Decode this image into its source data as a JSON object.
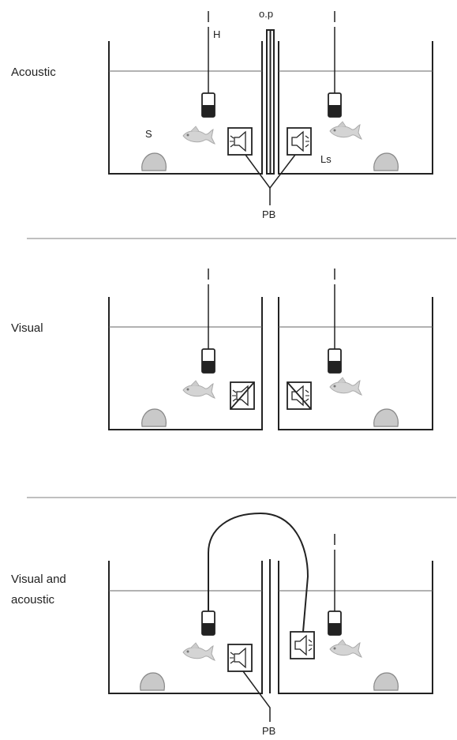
{
  "sections": [
    {
      "label": "Acoustic",
      "markers": {
        "H": "H",
        "op": "o.p",
        "S": "S",
        "Ls": "Ls",
        "PB": "PB"
      }
    },
    {
      "label": "Visual"
    },
    {
      "label_line1": "Visual and",
      "label_line2": "acoustic",
      "markers": {
        "PB": "PB"
      }
    }
  ],
  "colors": {
    "stroke": "#222222",
    "water_line": "#666666",
    "divider": "#999999",
    "stone": "#c9c9c9",
    "fish": "#d4d4d4"
  }
}
